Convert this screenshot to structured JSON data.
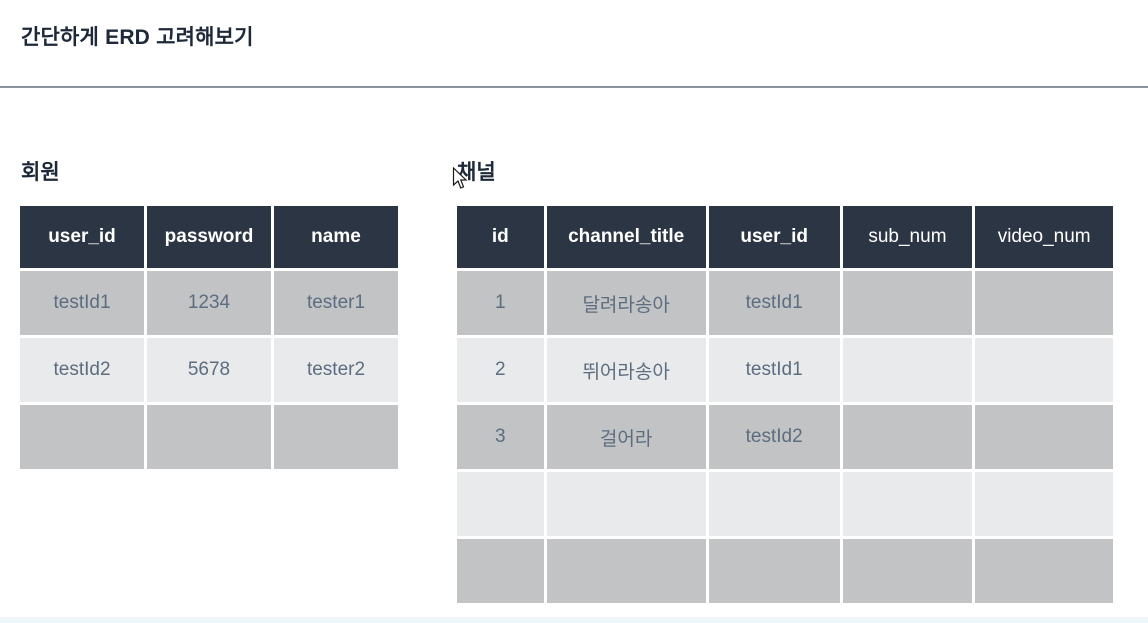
{
  "page": {
    "title": "간단하게 ERD 고려해보기"
  },
  "tables": {
    "member": {
      "label": "회원",
      "columns": [
        {
          "label": "user_id",
          "bold": true
        },
        {
          "label": "password",
          "bold": true
        },
        {
          "label": "name",
          "bold": true
        }
      ],
      "rows": [
        [
          "testId1",
          "1234",
          "tester1"
        ],
        [
          "testId2",
          "5678",
          "tester2"
        ],
        [
          "",
          "",
          ""
        ]
      ]
    },
    "channel": {
      "label": "채널",
      "columns": [
        {
          "label": "id",
          "bold": true
        },
        {
          "label": "channel_title",
          "bold": true
        },
        {
          "label": "user_id",
          "bold": true
        },
        {
          "label": "sub_num",
          "bold": false
        },
        {
          "label": "video_num",
          "bold": false
        }
      ],
      "rows": [
        [
          "1",
          "달려라송아",
          "testId1",
          "",
          ""
        ],
        [
          "2",
          "뛰어라송아",
          "testId1",
          "",
          ""
        ],
        [
          "3",
          "걸어라",
          "testId2",
          "",
          ""
        ],
        [
          "",
          "",
          "",
          "",
          ""
        ],
        [
          "",
          "",
          "",
          "",
          ""
        ]
      ]
    }
  },
  "icons": {
    "cursor": "mouse-pointer-arrow"
  },
  "colors": {
    "title_text": "#1d2838",
    "divider": "#8b929e",
    "header_bg": "#2b3543",
    "header_text": "#ffffff",
    "row_dark": "#c1c3c5",
    "row_light": "#e9eaeb",
    "body_text": "#5d6d7f",
    "bottom_strip": "#edf6f8"
  }
}
